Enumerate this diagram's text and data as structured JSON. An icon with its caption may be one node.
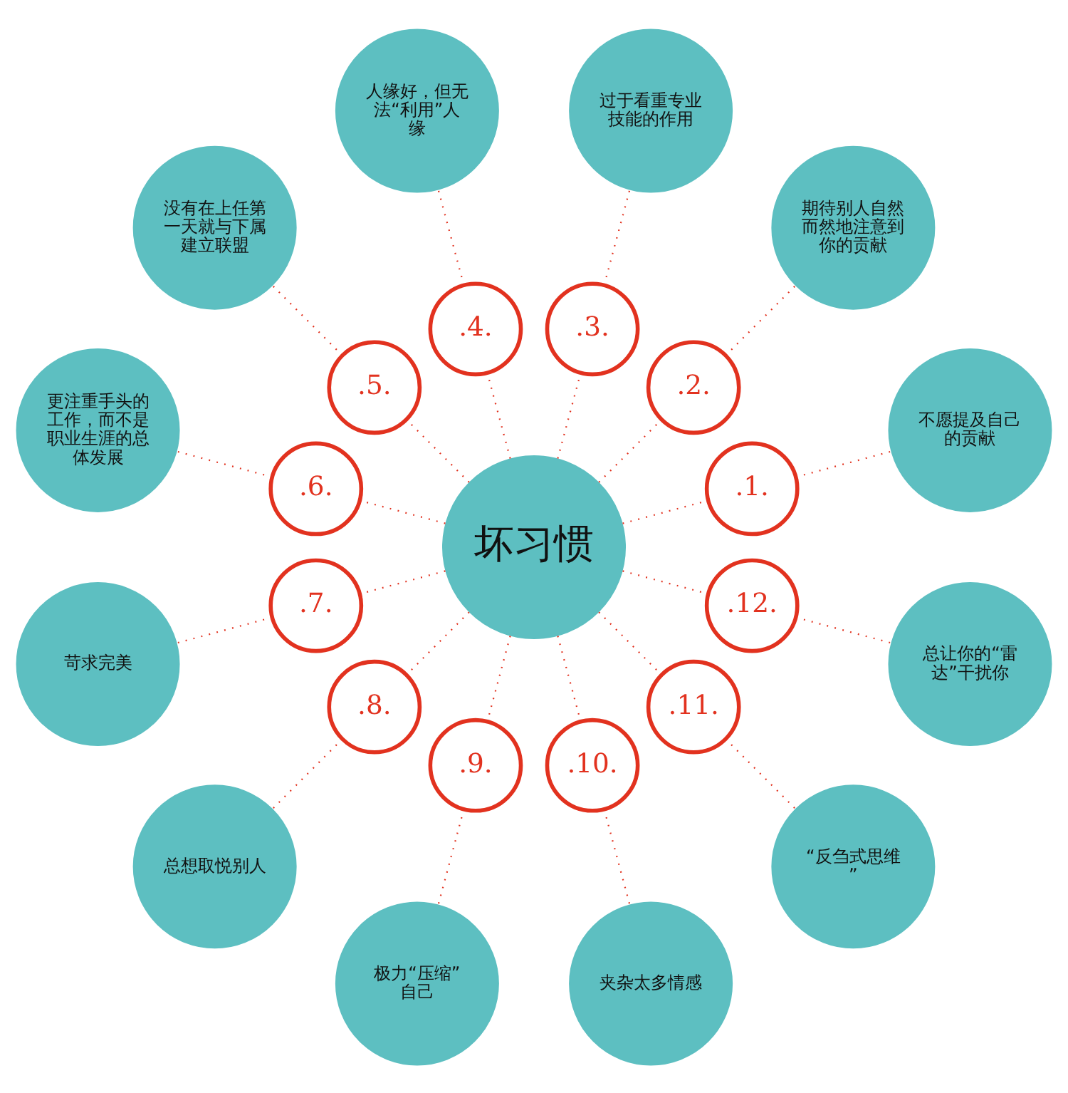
{
  "diagram": {
    "nodes": [
      {
        "text": [
          "坏习惯"
        ]
      },
      {
        "text": [
          ".1."
        ]
      },
      {
        "text": [
          ".2."
        ]
      },
      {
        "text": [
          ".3."
        ]
      },
      {
        "text": [
          ".4."
        ]
      },
      {
        "text": [
          ".5."
        ]
      },
      {
        "text": [
          ".6."
        ]
      },
      {
        "text": [
          ".7."
        ]
      },
      {
        "text": [
          ".8."
        ]
      },
      {
        "text": [
          ".9."
        ]
      },
      {
        "text": [
          ".10."
        ]
      },
      {
        "text": [
          ".11."
        ]
      },
      {
        "text": [
          ".12."
        ]
      },
      {
        "text": [
          "不愿提及自己的贡献"
        ]
      },
      {
        "text": [
          "期待别人自然而然地注意到你的贡献"
        ]
      },
      {
        "text": [
          "过于看重专业技能的作用"
        ]
      },
      {
        "text": [
          "人缘好，但无法“利用”人缘"
        ]
      },
      {
        "text": [
          "没有在上任第一天就与下属建立联盟"
        ]
      },
      {
        "text": [
          "更注重手头的工作，而不是职业生涯的总体发展"
        ]
      },
      {
        "text": [
          "苛求完美"
        ]
      },
      {
        "text": [
          "总想取悦别人"
        ]
      },
      {
        "text": [
          "极力“压缩”自己"
        ]
      },
      {
        "text": [
          "夹杂太多情感"
        ]
      },
      {
        "text": [
          "“反刍式思维”"
        ]
      },
      {
        "text": [
          "总让你的“雷达”干扰你"
        ]
      }
    ],
    "edges": [
      {
        "from": 0,
        "to": 1,
        "arrow": "none",
        "style": "dashed"
      },
      {
        "from": 0,
        "to": 2,
        "arrow": "none",
        "style": "dashed"
      },
      {
        "from": 0,
        "to": 3,
        "arrow": "none",
        "style": "dashed"
      },
      {
        "from": 0,
        "to": 4,
        "arrow": "none",
        "style": "dashed"
      },
      {
        "from": 0,
        "to": 5,
        "arrow": "none",
        "style": "dashed"
      },
      {
        "from": 0,
        "to": 6,
        "arrow": "none",
        "style": "dashed"
      },
      {
        "from": 0,
        "to": 7,
        "arrow": "none",
        "style": "dashed"
      },
      {
        "from": 0,
        "to": 8,
        "arrow": "none",
        "style": "dashed"
      },
      {
        "from": 0,
        "to": 9,
        "arrow": "none",
        "style": "dashed"
      },
      {
        "from": 0,
        "to": 10,
        "arrow": "none",
        "style": "dashed"
      },
      {
        "from": 0,
        "to": 11,
        "arrow": "none",
        "style": "dashed"
      },
      {
        "from": 0,
        "to": 12,
        "arrow": "none",
        "style": "dashed"
      },
      {
        "from": 1,
        "to": 13,
        "arrow": "none",
        "style": "dashed"
      },
      {
        "from": 2,
        "to": 14,
        "arrow": "none",
        "style": "dashed"
      },
      {
        "from": 3,
        "to": 15,
        "arrow": "none",
        "style": "dashed"
      },
      {
        "from": 4,
        "to": 16,
        "arrow": "none",
        "style": "dashed"
      },
      {
        "from": 5,
        "to": 17,
        "arrow": "none",
        "style": "dashed"
      },
      {
        "from": 6,
        "to": 18,
        "arrow": "none",
        "style": "dashed"
      },
      {
        "from": 7,
        "to": 19,
        "arrow": "none",
        "style": "dashed"
      },
      {
        "from": 8,
        "to": 20,
        "arrow": "none",
        "style": "dashed"
      },
      {
        "from": 9,
        "to": 21,
        "arrow": "none",
        "style": "dashed"
      },
      {
        "from": 10,
        "to": 22,
        "arrow": "none",
        "style": "dashed"
      },
      {
        "from": 11,
        "to": 23,
        "arrow": "none",
        "style": "dashed"
      },
      {
        "from": 12,
        "to": 24,
        "arrow": "none",
        "style": "dashed"
      }
    ]
  }
}
